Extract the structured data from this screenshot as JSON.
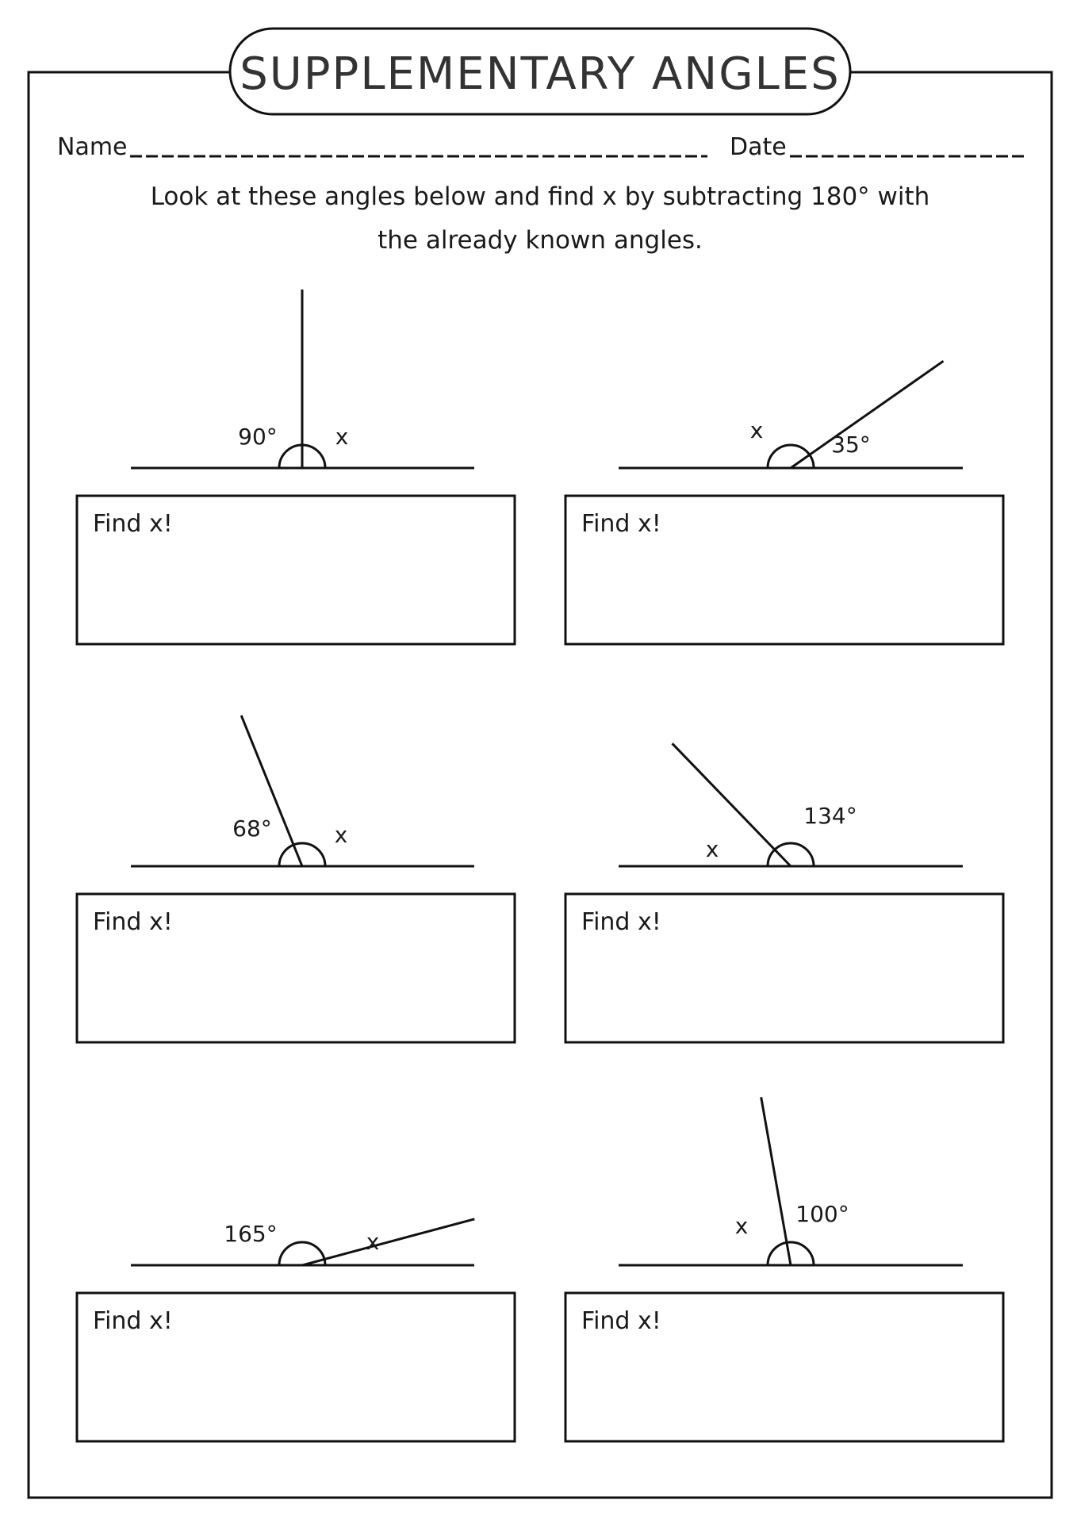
{
  "title": "SUPPLEMENTARY ANGLES",
  "name_label": "Name",
  "date_label": "Date",
  "instruction_line1": "Look at these angles below and find x by subtracting 180° with",
  "instruction_line2": "the already known angles.",
  "problems": [
    {
      "known": "90°",
      "known_value": 90,
      "unknown": "x",
      "prompt": "Find x!"
    },
    {
      "known": "35°",
      "known_value": 35,
      "unknown": "x",
      "prompt": "Find x!"
    },
    {
      "known": "68°",
      "known_value": 68,
      "unknown": "x",
      "prompt": "Find x!"
    },
    {
      "known": "134°",
      "known_value": 134,
      "unknown": "x",
      "prompt": "Find x!"
    },
    {
      "known": "165°",
      "known_value": 165,
      "unknown": "x",
      "prompt": "Find x!"
    },
    {
      "known": "100°",
      "known_value": 100,
      "unknown": "x",
      "prompt": "Find x!"
    }
  ]
}
